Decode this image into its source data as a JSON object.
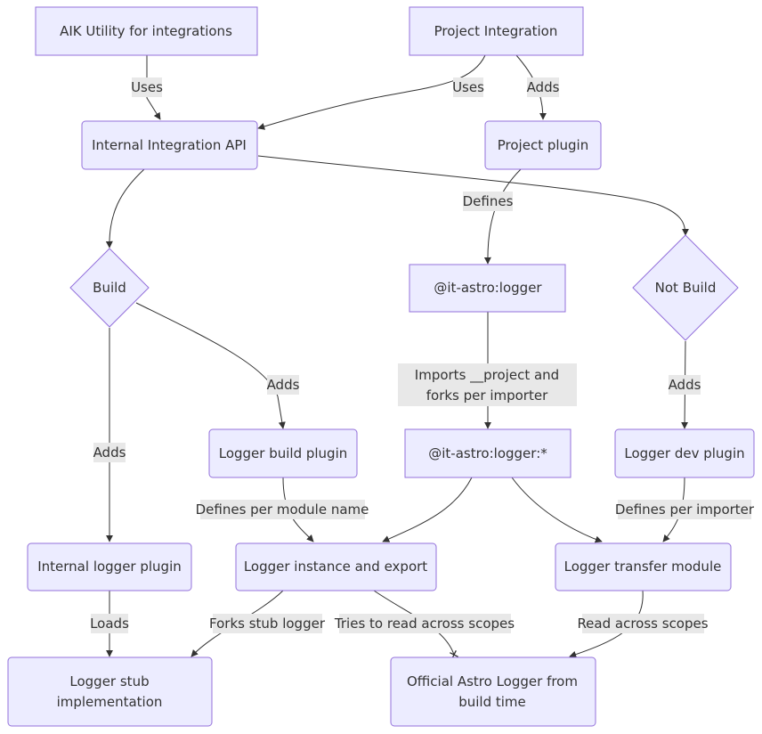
{
  "nodes": {
    "aik": "AIK Utility for integrations",
    "project_integration": "Project Integration",
    "internal_api": "Internal Integration API",
    "project_plugin": "Project plugin",
    "build": "Build",
    "not_build": "Not Build",
    "logger_module": "@it-astro:logger",
    "logger_wildcard": "@it-astro:logger:*",
    "logger_build_plugin": "Logger build plugin",
    "logger_dev_plugin": "Logger dev plugin",
    "internal_logger_plugin": "Internal logger plugin",
    "logger_instance": "Logger instance and export",
    "logger_transfer": "Logger transfer module",
    "logger_stub_line1": "Logger stub",
    "logger_stub_line2": "implementation",
    "official_logger_line1": "Official Astro Logger from",
    "official_logger_line2": "build time"
  },
  "edges": {
    "aik_uses": "Uses",
    "pi_uses": "Uses",
    "pi_adds": "Adds",
    "pp_defines": "Defines",
    "imports_line1": "Imports __project and",
    "imports_line2": "forks per importer",
    "build_adds_right": "Adds",
    "build_adds_down": "Adds",
    "notbuild_adds": "Adds",
    "defines_per_module": "Defines per module name",
    "defines_per_importer": "Defines per importer",
    "loads": "Loads",
    "forks_stub": "Forks stub logger",
    "tries_read": "Tries to read across scopes",
    "read_across": "Read across scopes"
  }
}
